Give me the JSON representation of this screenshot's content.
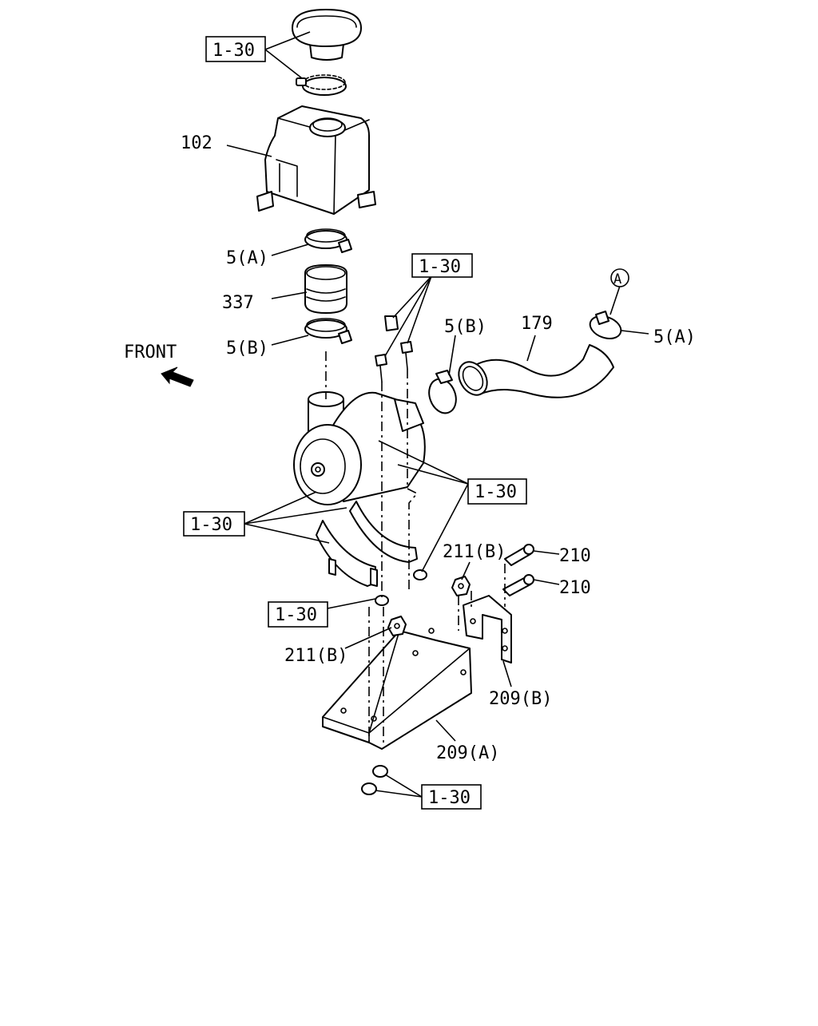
{
  "direction": {
    "label": "FRONT"
  },
  "refs": {
    "r1": "1-30",
    "r2": "1-30",
    "r3": "1-30",
    "r4": "1-30",
    "r5": "1-30",
    "r6": "1-30"
  },
  "parts": {
    "p102": "102",
    "p5a_left": "5(A)",
    "p337": "337",
    "p5b_left": "5(B)",
    "p5b_right": "5(B)",
    "p179": "179",
    "p5a_right": "5(A)",
    "pointA": "A",
    "p211b_upper": "211(B)",
    "p210_upper": "210",
    "p210_lower": "210",
    "p211b_lower": "211(B)",
    "p209b": "209(B)",
    "p209a": "209(A)"
  }
}
